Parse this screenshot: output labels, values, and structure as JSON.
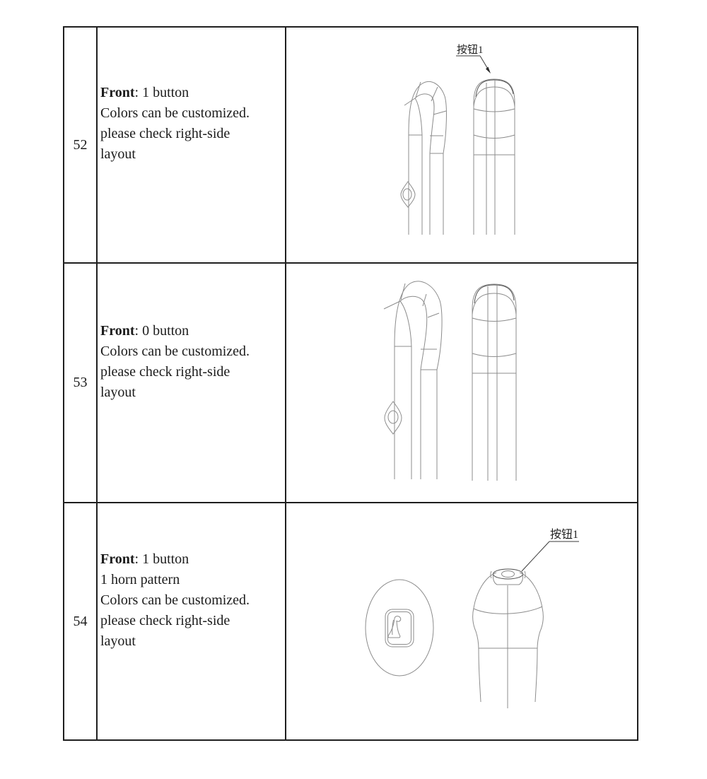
{
  "table": {
    "border_color": "#1f1f1f",
    "rows": [
      {
        "id": "52",
        "description": {
          "bold_label": "Front",
          "first_line_rest": ": 1 button",
          "lines": [
            "Colors can be customized.",
            "please check right-side",
            "layout"
          ]
        },
        "drawing": {
          "annotation": "按钮1",
          "views": [
            "handle-side-view",
            "handle-front-view"
          ]
        }
      },
      {
        "id": "53",
        "description": {
          "bold_label": "Front",
          "first_line_rest": ": 0 button",
          "lines": [
            "Colors can be customized.",
            "please check right-side",
            "layout"
          ]
        },
        "drawing": {
          "views": [
            "handle-side-view",
            "handle-front-view"
          ]
        }
      },
      {
        "id": "54",
        "description": {
          "bold_label": "Front",
          "first_line_rest": ": 1 button",
          "lines": [
            "1 horn pattern",
            "Colors can be customized.",
            "please check right-side",
            "layout"
          ]
        },
        "drawing": {
          "annotation": "按钮1",
          "views": [
            "knob-top-view",
            "knob-front-view"
          ]
        }
      }
    ]
  },
  "drawing_style": {
    "line_color": "#8c8c8c",
    "accent_color": "#4d4d4d",
    "annotation_color": "#222222"
  }
}
